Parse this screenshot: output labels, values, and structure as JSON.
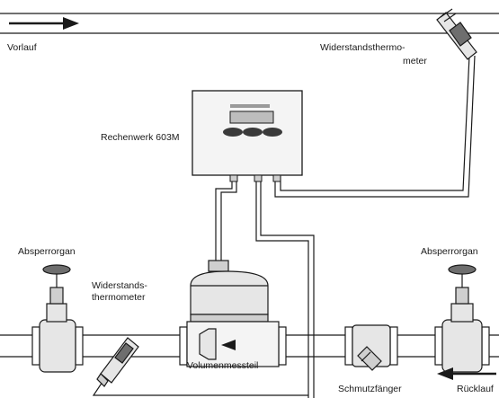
{
  "labels": {
    "vorlauf": "Vorlauf",
    "widerstand_top_1": "Widerstandsthermo-",
    "widerstand_top_2": "meter",
    "rechenwerk": "Rechenwerk 603M",
    "absperrorgan_left": "Absperrorgan",
    "absperrorgan_right": "Absperrorgan",
    "widerstand_bottom_1": "Widerstands-",
    "widerstand_bottom_2": "thermometer",
    "volumenmessteil": "Volumenmessteil",
    "schmutzfaenger": "Schmutzfänger",
    "ruecklauf": "Rücklauf"
  },
  "colors": {
    "line": "#1a1a1a",
    "fill_light": "#e6e6e6",
    "fill_mid": "#cfcfcf",
    "fill_dark": "#6e6e6e",
    "display": "#bdbdbd"
  },
  "icons": {
    "flow_forward": "arrow-right-icon",
    "flow_return": "arrow-left-icon"
  }
}
